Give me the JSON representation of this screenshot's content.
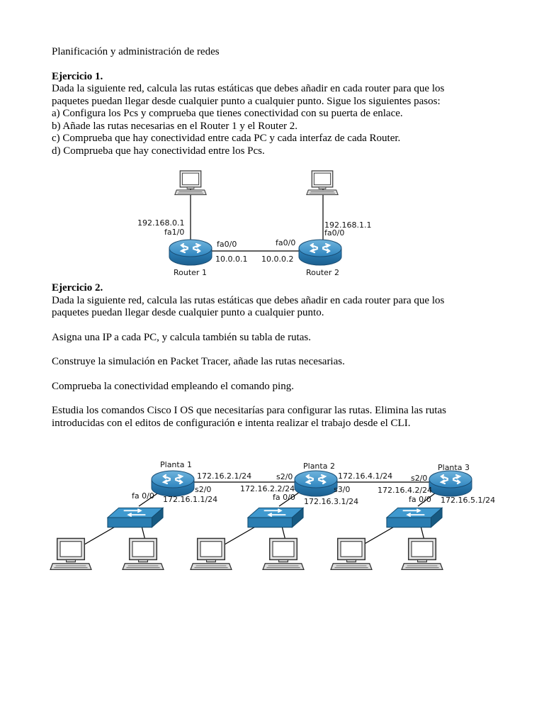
{
  "header": "Planificación y administración de redes",
  "ex1": {
    "title": "Ejercicio 1.",
    "lines": [
      "Dada la siguiente red, calcula las rutas estáticas que debes añadir en cada router para que los",
      "paquetes puedan llegar desde cualquier punto a cualquier punto. Sigue los siguientes pasos:",
      "a) Configura los Pcs y comprueba que tienes conectividad con su puerta de enlace.",
      "b) Añade las rutas necesarias en el Router 1 y el Router 2.",
      "c) Comprueba que hay conectividad entre cada PC y cada interfaz de cada Router.",
      "d) Comprueba que hay conectividad entre los Pcs."
    ],
    "diagram": {
      "router1": {
        "name": "Router 1",
        "lan_ip": "192.168.0.1",
        "lan_if": "fa1/0",
        "wan_if": "fa0/0",
        "wan_ip": "10.0.0.1"
      },
      "router2": {
        "name": "Router 2",
        "lan_ip": "192.168.1.1",
        "lan_if": "fa0/0",
        "wan_if": "fa0/0",
        "wan_ip": "10.0.0.2"
      }
    }
  },
  "ex2": {
    "title": "Ejercicio 2.",
    "lines": [
      "Dada la siguiente red, calcula las rutas estáticas que debes añadir en cada router para que los",
      "paquetes puedan llegar desde cualquier punto a cualquier punto."
    ],
    "p2": "Asigna una IP a cada PC, y calcula también su tabla de rutas.",
    "p3": "Construye la simulación en Packet Tracer, añade las rutas necesarias.",
    "p4": "Comprueba la conectividad empleando el comando ping.",
    "p5": [
      "Estudia los comandos Cisco I OS que necesitarías para configurar las rutas. Elimina las rutas",
      "introducidas con el editos de configuración e intenta realizar el trabajo desde el CLI."
    ],
    "diagram": {
      "planta1": {
        "name": "Planta 1",
        "s_ip": "172.16.2.1/24",
        "s_if": "s2/0",
        "fa_if": "fa 0/0",
        "fa_ip": "172.16.1.1/24"
      },
      "planta2": {
        "name": "Planta 2",
        "s2_if": "s2/0",
        "s2_ip": "172.16.2.2/24",
        "s3_ip": "172.16.4.1/24",
        "s3_if": "s3/0",
        "fa_if": "fa 0/0",
        "fa_ip": "172.16.3.1/24"
      },
      "planta3": {
        "name": "Planta 3",
        "s_if": "s2/0",
        "s_ip": "172.16.4.2/24",
        "fa_if": "fa 0/0",
        "fa_ip": "172.16.5.1/24"
      }
    }
  }
}
